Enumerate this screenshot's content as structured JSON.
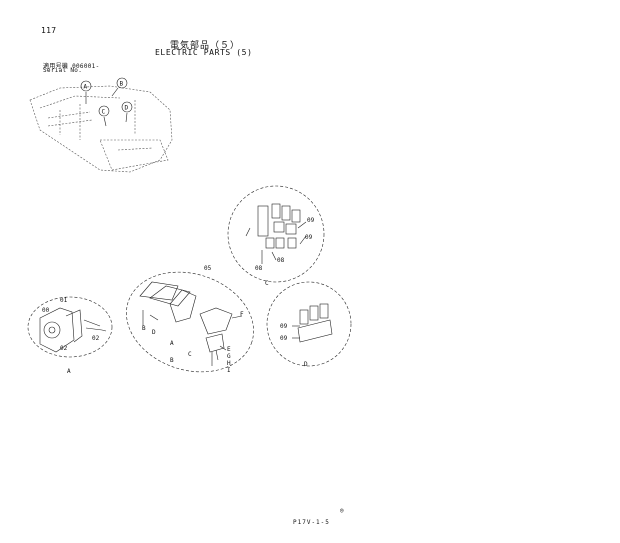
{
  "header": {
    "page_number": "117",
    "title_jp": "電気部品（５）",
    "title_en": "ELECTRIC PARTS (5)",
    "serial_jp": "適用号機  006001-",
    "serial_en": "Serial No."
  },
  "callouts": {
    "a": "A",
    "b": "B",
    "c": "C",
    "d": "D",
    "e": "E",
    "f": "F",
    "g": "G",
    "h": "H",
    "i": "I"
  },
  "parts": {
    "p00": "00",
    "p01": "01",
    "p02": "02",
    "p05": "05",
    "p08": "08",
    "p09": "09"
  },
  "footer": {
    "code": "P17V-1-5",
    "mark": "◎"
  }
}
